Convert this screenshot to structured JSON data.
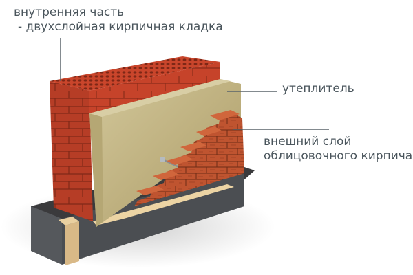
{
  "labels": {
    "inner_line1": "внутренняя часть",
    "inner_line2": "- двухслойная кирпичная кладка",
    "insulation": "утеплитель",
    "outer_line1": "внешний слой",
    "outer_line2": "облицовочного кирпича"
  },
  "colors": {
    "text": "#4a555c",
    "leader_line": "#5a646a",
    "inner_brick": "#c8442a",
    "inner_brick_dark": "#9e3220",
    "insulation": "#c9bd8c",
    "outer_brick": "#c1532e",
    "foundation": "#3a3a3c",
    "foundation_side": "#55585c",
    "wood_pad": "#e6c690"
  }
}
